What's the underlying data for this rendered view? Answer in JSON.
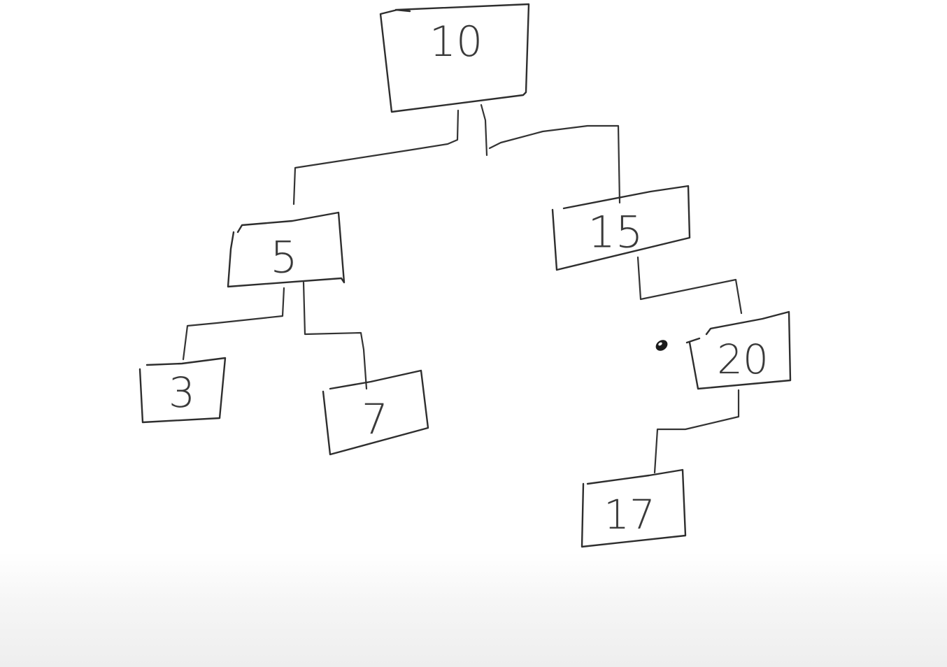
{
  "tree": {
    "nodes": [
      {
        "id": "n10",
        "label": "10"
      },
      {
        "id": "n5",
        "label": "5"
      },
      {
        "id": "n15",
        "label": "15"
      },
      {
        "id": "n3",
        "label": "3"
      },
      {
        "id": "n7",
        "label": "7"
      },
      {
        "id": "n20",
        "label": "20"
      },
      {
        "id": "n17",
        "label": "17"
      }
    ],
    "edges": [
      {
        "from": "n10",
        "to": "n5"
      },
      {
        "from": "n10",
        "to": "n15"
      },
      {
        "from": "n5",
        "to": "n3"
      },
      {
        "from": "n5",
        "to": "n7"
      },
      {
        "from": "n15",
        "to": "n20"
      },
      {
        "from": "n20",
        "to": "n17"
      }
    ]
  },
  "colors": {
    "ink": "#2e2e2e",
    "background": "#ffffff"
  }
}
